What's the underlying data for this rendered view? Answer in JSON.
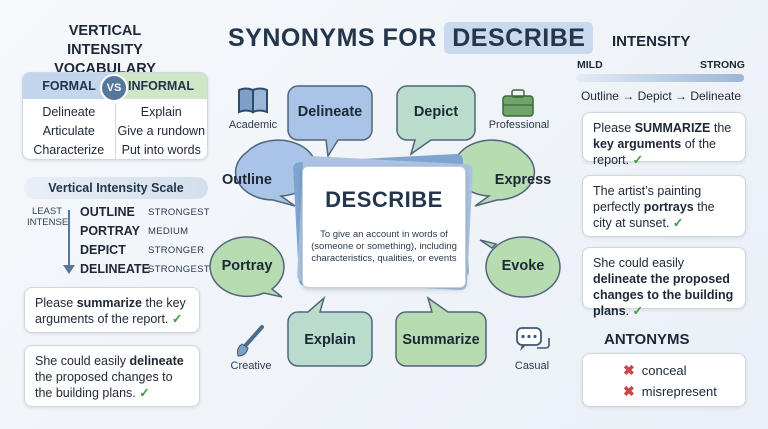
{
  "title": {
    "prefix": "SYNONYMS FOR",
    "highlight": "DESCRIBE"
  },
  "left": {
    "title": "VERTICAL INTENSITY VOCABULARY",
    "formal_label": "FORMAL",
    "vs_label": "VS",
    "informal_label": "INFORMAL",
    "formal_words": [
      "Delineate",
      "Articulate",
      "Characterize"
    ],
    "informal_words": [
      "Explain",
      "Give a rundown",
      "Put into words"
    ],
    "scale_title": "Vertical Intensity Scale",
    "least_intense": "LEAST INTENSE",
    "scale": [
      {
        "word": "OUTLINE",
        "level": "STRONGEST"
      },
      {
        "word": "PORTRAY",
        "level": "MEDIUM"
      },
      {
        "word": "DEPICT",
        "level": "STRONGER"
      },
      {
        "word": "DELINEATE",
        "level": "STRONGEST"
      }
    ],
    "examples": [
      {
        "before": "Please ",
        "key": "summarize",
        "after": " the key arguments of the report."
      },
      {
        "before": "She could easily ",
        "key": "delineate",
        "after": " the proposed changes to the building plans."
      }
    ]
  },
  "center": {
    "word": "DESCRIBE",
    "definition": "To give an account in words of (someone or something), including characteristics, qualities, or events"
  },
  "bubbles": [
    {
      "label": "Delineate",
      "color": "#a9c4e6"
    },
    {
      "label": "Depict",
      "color": "#b9dccd"
    },
    {
      "label": "Outline",
      "color": "#a9c4e6"
    },
    {
      "label": "Express",
      "color": "#b7dcb1"
    },
    {
      "label": "Portray",
      "color": "#b7dcb1"
    },
    {
      "label": "Evoke",
      "color": "#b7dcb1"
    },
    {
      "label": "Explain",
      "color": "#b9dccd"
    },
    {
      "label": "Summarize",
      "color": "#b7dcb1"
    }
  ],
  "icons": [
    {
      "name": "book-icon",
      "label": "Academic"
    },
    {
      "name": "briefcase-icon",
      "label": "Professional"
    },
    {
      "name": "paintbrush-icon",
      "label": "Creative"
    },
    {
      "name": "chat-bubbles-icon",
      "label": "Casual"
    }
  ],
  "right": {
    "intensity_title": "INTENSITY",
    "mild": "MILD",
    "strong": "STRONG",
    "chain": "Outline → Depict → Delineate",
    "examples": [
      {
        "before": "Please ",
        "key": "SUMMARIZE",
        "after": " the ",
        "key2": "key arguments",
        "after2": " of the report."
      },
      {
        "before": "The artist’s painting perfectly ",
        "key": "portrays",
        "after": " the city at sunset."
      },
      {
        "before": "She could easily ",
        "key": "delineate the proposed changes to the building plans",
        "after": "."
      }
    ],
    "antonyms_title": "ANTONYMS",
    "antonyms": [
      "conceal",
      "misrepresent"
    ]
  },
  "colors": {
    "accent": "#55779c",
    "check": "#3d9a3d",
    "cross": "#d04444",
    "bubble_stroke": "#53657c"
  }
}
